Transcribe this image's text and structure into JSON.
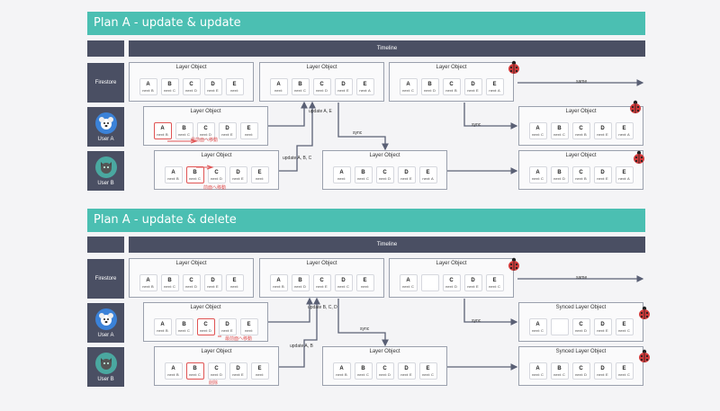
{
  "sections": [
    {
      "title": "Plan A - update & update",
      "timeline": "Timeline",
      "lanes": [
        "Firestore",
        "User A",
        "User B"
      ],
      "layers": [
        {
          "title": "Layer Object",
          "cards": [
            {
              "k": "A",
              "n": "next: B"
            },
            {
              "k": "B",
              "n": "next: C"
            },
            {
              "k": "C",
              "n": "next: D"
            },
            {
              "k": "D",
              "n": "next: E"
            },
            {
              "k": "E",
              "n": "next:"
            }
          ]
        },
        {
          "title": "Layer Object",
          "cards": [
            {
              "k": "A",
              "n": "next:"
            },
            {
              "k": "B",
              "n": "next: C"
            },
            {
              "k": "C",
              "n": "next: D"
            },
            {
              "k": "D",
              "n": "next: E"
            },
            {
              "k": "E",
              "n": "next: A"
            }
          ]
        },
        {
          "title": "Layer Object",
          "cards": [
            {
              "k": "A",
              "n": "next: C"
            },
            {
              "k": "B",
              "n": "next: D"
            },
            {
              "k": "C",
              "n": "next: B"
            },
            {
              "k": "D",
              "n": "next: E"
            },
            {
              "k": "E",
              "n": "next: A"
            }
          ]
        },
        {
          "title": "Layer Object",
          "cards": [
            {
              "k": "A",
              "n": "next: B"
            },
            {
              "k": "B",
              "n": "next: C"
            },
            {
              "k": "C",
              "n": "next: D"
            },
            {
              "k": "D",
              "n": "next: E"
            },
            {
              "k": "E",
              "n": "next:"
            }
          ],
          "note": "最前面へ移動"
        },
        {
          "title": "Layer Object",
          "cards": [
            {
              "k": "A",
              "n": "next: C"
            },
            {
              "k": "B",
              "n": "next: C"
            },
            {
              "k": "C",
              "n": "next: B"
            },
            {
              "k": "D",
              "n": "next: E"
            },
            {
              "k": "E",
              "n": "next: A"
            }
          ]
        },
        {
          "title": "Layer Object",
          "cards": [
            {
              "k": "A",
              "n": "next: B"
            },
            {
              "k": "B",
              "n": "next: C"
            },
            {
              "k": "C",
              "n": "next: D"
            },
            {
              "k": "D",
              "n": "next: E"
            },
            {
              "k": "E",
              "n": "next:"
            }
          ],
          "note": "前面へ移動"
        },
        {
          "title": "Layer Object",
          "cards": [
            {
              "k": "A",
              "n": "next:"
            },
            {
              "k": "B",
              "n": "next: C"
            },
            {
              "k": "C",
              "n": "next: D"
            },
            {
              "k": "D",
              "n": "next: E"
            },
            {
              "k": "E",
              "n": "next: A"
            }
          ]
        },
        {
          "title": "Layer Object",
          "cards": [
            {
              "k": "A",
              "n": "next: C"
            },
            {
              "k": "B",
              "n": "next: D"
            },
            {
              "k": "C",
              "n": "next: B"
            },
            {
              "k": "D",
              "n": "next: E"
            },
            {
              "k": "E",
              "n": "next: A"
            }
          ]
        }
      ],
      "labels": {
        "update1": "update A, E",
        "sync1": "sync",
        "sync2": "sync",
        "update2": "update A, B, C",
        "same": "same"
      }
    },
    {
      "title": "Plan A - update & delete",
      "timeline": "Timeline",
      "lanes": [
        "Firestore",
        "User A",
        "User B"
      ],
      "layers": [
        {
          "title": "Layer Object",
          "cards": [
            {
              "k": "A",
              "n": "next: B"
            },
            {
              "k": "B",
              "n": "next: C"
            },
            {
              "k": "C",
              "n": "next: D"
            },
            {
              "k": "D",
              "n": "next: E"
            },
            {
              "k": "E",
              "n": "next:"
            }
          ]
        },
        {
          "title": "Layer Object",
          "cards": [
            {
              "k": "A",
              "n": "next: B"
            },
            {
              "k": "B",
              "n": "next: D"
            },
            {
              "k": "C",
              "n": "next: E"
            },
            {
              "k": "D",
              "n": "next: C"
            },
            {
              "k": "E",
              "n": "next:"
            }
          ]
        },
        {
          "title": "Layer Object",
          "cards": [
            {
              "k": "A",
              "n": "next: C"
            },
            {
              "k": "",
              "n": ""
            },
            {
              "k": "C",
              "n": "next: D"
            },
            {
              "k": "D",
              "n": "next: E"
            },
            {
              "k": "E",
              "n": "next: C"
            }
          ]
        },
        {
          "title": "Layer Object",
          "cards": [
            {
              "k": "A",
              "n": "next: B"
            },
            {
              "k": "B",
              "n": "next: C"
            },
            {
              "k": "C",
              "n": "next: D"
            },
            {
              "k": "D",
              "n": "next: E"
            },
            {
              "k": "E",
              "n": "next:"
            }
          ],
          "note": "最前面へ移動"
        },
        {
          "title": "Synced Layer Object",
          "cards": [
            {
              "k": "A",
              "n": "next: C"
            },
            {
              "k": "",
              "n": ""
            },
            {
              "k": "C",
              "n": "next: D"
            },
            {
              "k": "D",
              "n": "next: E"
            },
            {
              "k": "E",
              "n": "next: C"
            }
          ]
        },
        {
          "title": "Layer Object",
          "cards": [
            {
              "k": "A",
              "n": "next: B"
            },
            {
              "k": "B",
              "n": "next: C"
            },
            {
              "k": "C",
              "n": "next: D"
            },
            {
              "k": "D",
              "n": "next: E"
            },
            {
              "k": "E",
              "n": "next:"
            }
          ],
          "note": "削除"
        },
        {
          "title": "Layer Object",
          "cards": [
            {
              "k": "A",
              "n": "next: B"
            },
            {
              "k": "B",
              "n": "next: C"
            },
            {
              "k": "C",
              "n": "next: D"
            },
            {
              "k": "D",
              "n": "next: E"
            },
            {
              "k": "E",
              "n": "next: C"
            }
          ]
        },
        {
          "title": "Synced Layer Object",
          "cards": [
            {
              "k": "A",
              "n": "next: C"
            },
            {
              "k": "B",
              "n": "next: C"
            },
            {
              "k": "C",
              "n": "next: D"
            },
            {
              "k": "D",
              "n": "next: E"
            },
            {
              "k": "E",
              "n": "next: C"
            }
          ]
        }
      ],
      "labels": {
        "update1": "update B, C, D",
        "sync1": "sync",
        "sync2": "sync",
        "update2": "update A, B",
        "same": "same"
      }
    }
  ],
  "colors": {
    "banner": "#4bbfb2",
    "dark": "#4a4f63",
    "highlight": "#e05454",
    "arrow": "#5a6075"
  },
  "icons": {
    "bug": "ladybug-icon",
    "userA": "white-dog-avatar-icon",
    "userB": "gray-cat-avatar-icon"
  }
}
